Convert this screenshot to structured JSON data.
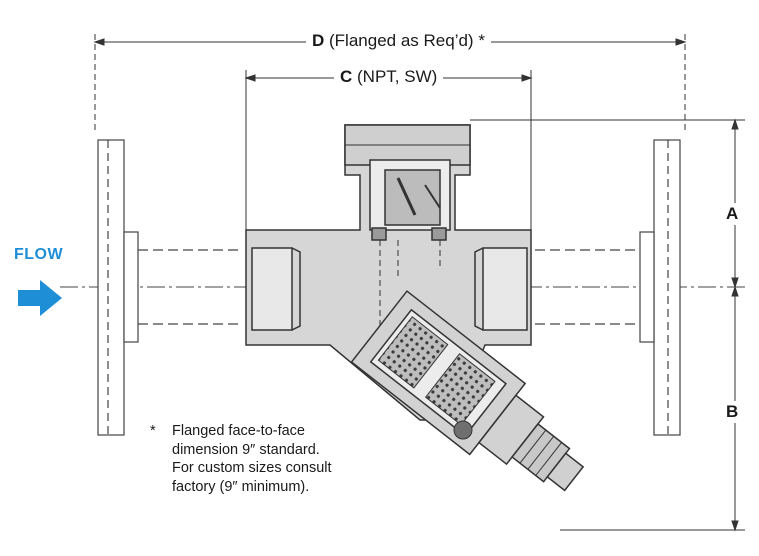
{
  "dimensions": {
    "d": {
      "letter": "D",
      "text": "(Flanged as Req’d) *"
    },
    "c": {
      "letter": "C",
      "text": "(NPT, SW)"
    },
    "a": {
      "letter": "A"
    },
    "b": {
      "letter": "B"
    }
  },
  "flow": {
    "label": "FLOW"
  },
  "footnote": {
    "marker": "*",
    "lines": [
      "Flanged face-to-face",
      "dimension 9″ standard.",
      "For custom sizes consult",
      "factory (9″ minimum)."
    ]
  },
  "colors": {
    "flow_accent": "#1e8fd6",
    "body_fill": "#d9d9d9",
    "outline": "#333333"
  }
}
